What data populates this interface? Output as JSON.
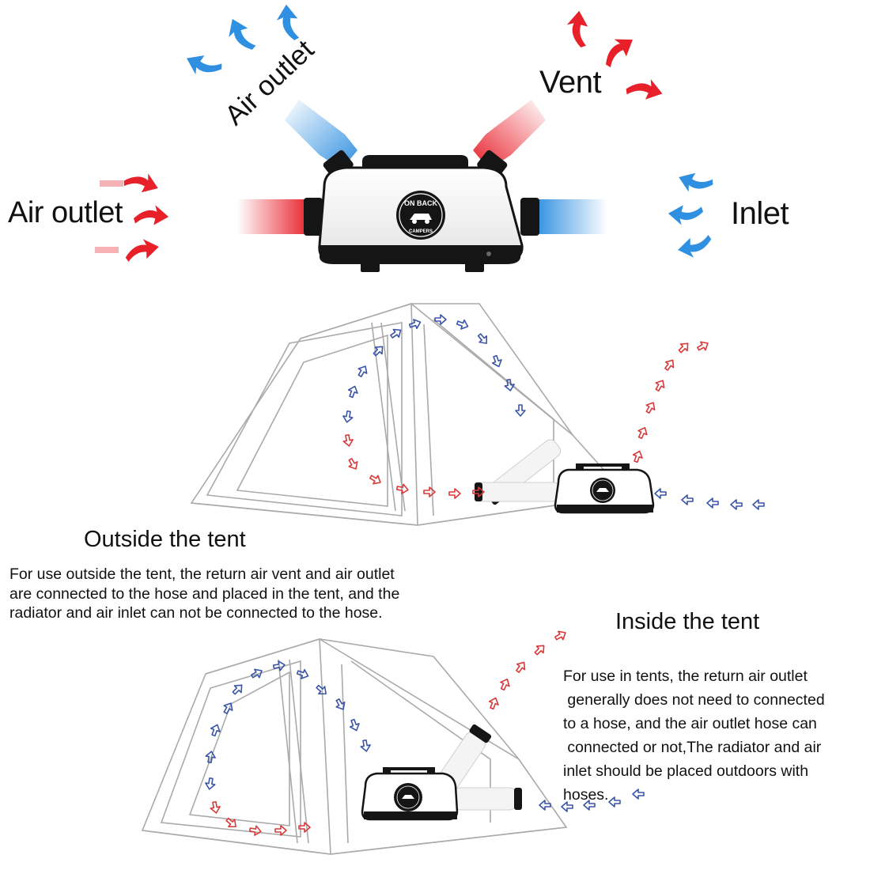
{
  "top_diagram": {
    "label_air_outlet_rotated": "Air outlet",
    "label_vent": "Vent",
    "label_air_outlet_left": "Air outlet",
    "label_inlet": "Inlet",
    "logo": {
      "line1": "ON BACK",
      "line2": "CAMPERS"
    }
  },
  "outside_section": {
    "heading": "Outside the tent",
    "lines": [
      "For use outside the tent, the return air vent and air outlet",
      "are connected to the hose and placed in the tent, and the",
      "radiator and air inlet can not be connected to the hose."
    ]
  },
  "inside_section": {
    "heading": "Inside the tent",
    "lines": [
      "For use in tents, the return air outlet",
      " generally does not need to connected",
      "to a hose, and the air outlet hose can",
      " connected or not,The radiator and air",
      "inlet should be placed outdoors with",
      "hoses."
    ]
  },
  "colors": {
    "hot": "#e8202a",
    "cold": "#2f8fe0",
    "arrow_small_red": "#d83a3a",
    "arrow_small_blue": "#3a55a8",
    "unit_body": "#ffffff",
    "unit_trim": "#111111"
  }
}
